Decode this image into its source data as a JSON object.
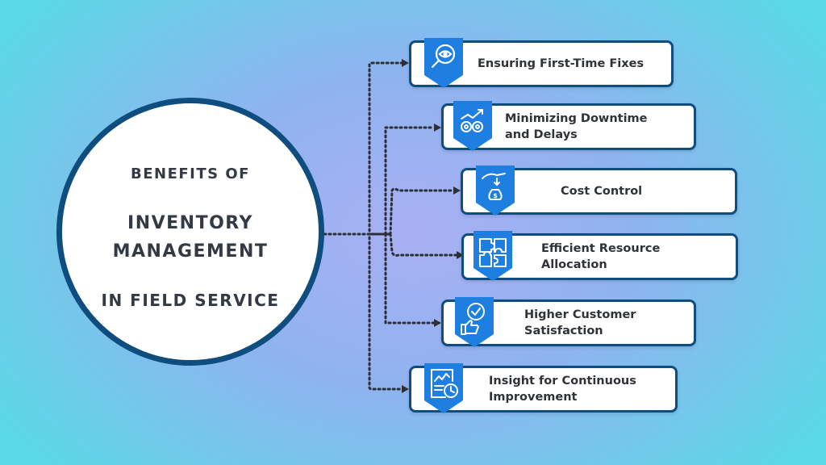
{
  "hub": {
    "line1": "BENEFITS OF",
    "line2": "INVENTORY",
    "line3": "MANAGEMENT",
    "line4": "IN FIELD SERVICE"
  },
  "benefits": [
    {
      "line1": "Ensuring First-Time Fixes",
      "line2": "",
      "icon": "eye-magnifier-icon"
    },
    {
      "line1": "Minimizing Downtime",
      "line2": "and Delays",
      "icon": "gears-growth-icon"
    },
    {
      "line1": "Cost Control",
      "line2": "",
      "icon": "money-bag-hand-icon"
    },
    {
      "line1": "Efficient Resource",
      "line2": "Allocation",
      "icon": "puzzle-pieces-icon"
    },
    {
      "line1": "Higher Customer",
      "line2": "Satisfaction",
      "icon": "checkmark-thumbs-up-icon"
    },
    {
      "line1": "Insight for Continuous",
      "line2": "Improvement",
      "icon": "analytics-report-icon"
    }
  ],
  "colors": {
    "border": "#0e4d7e",
    "badge": "#1e7fe0",
    "connector": "#2b2f36",
    "text": "#2f3338"
  }
}
